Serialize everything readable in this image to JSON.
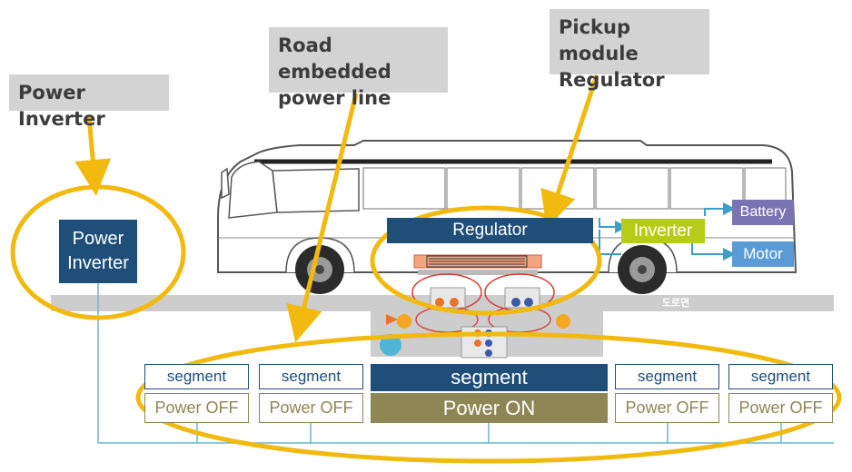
{
  "callouts": {
    "power_inverter": "Power Inverter",
    "road_line_1": "Road embedded",
    "road_line_2": "power line",
    "pickup_line_1": "Pickup module",
    "pickup_line_2": "Regulator"
  },
  "power_inverter_box": {
    "line1": "Power",
    "line2": "Inverter"
  },
  "bus": {
    "regulator": "Regulator",
    "inverter": "Inverter",
    "battery": "Battery",
    "motor": "Motor"
  },
  "road_surface_label": "도로면",
  "segments": [
    {
      "segment": "segment",
      "power": "Power OFF",
      "active": false
    },
    {
      "segment": "segment",
      "power": "Power OFF",
      "active": false
    },
    {
      "segment": "segment",
      "power": "Power ON",
      "active": true
    },
    {
      "segment": "segment",
      "power": "Power OFF",
      "active": false
    },
    {
      "segment": "segment",
      "power": "Power OFF",
      "active": false
    }
  ],
  "colors": {
    "accent_yellow": "#f2b90f",
    "navy": "#1f4e79",
    "olive": "#8e8654",
    "inverter_green": "#b5cc18",
    "battery_purple": "#7b74b3",
    "motor_blue": "#5b9bd5",
    "connector_teal": "#3aa0c8",
    "road_gray": "#cdcdcd"
  }
}
